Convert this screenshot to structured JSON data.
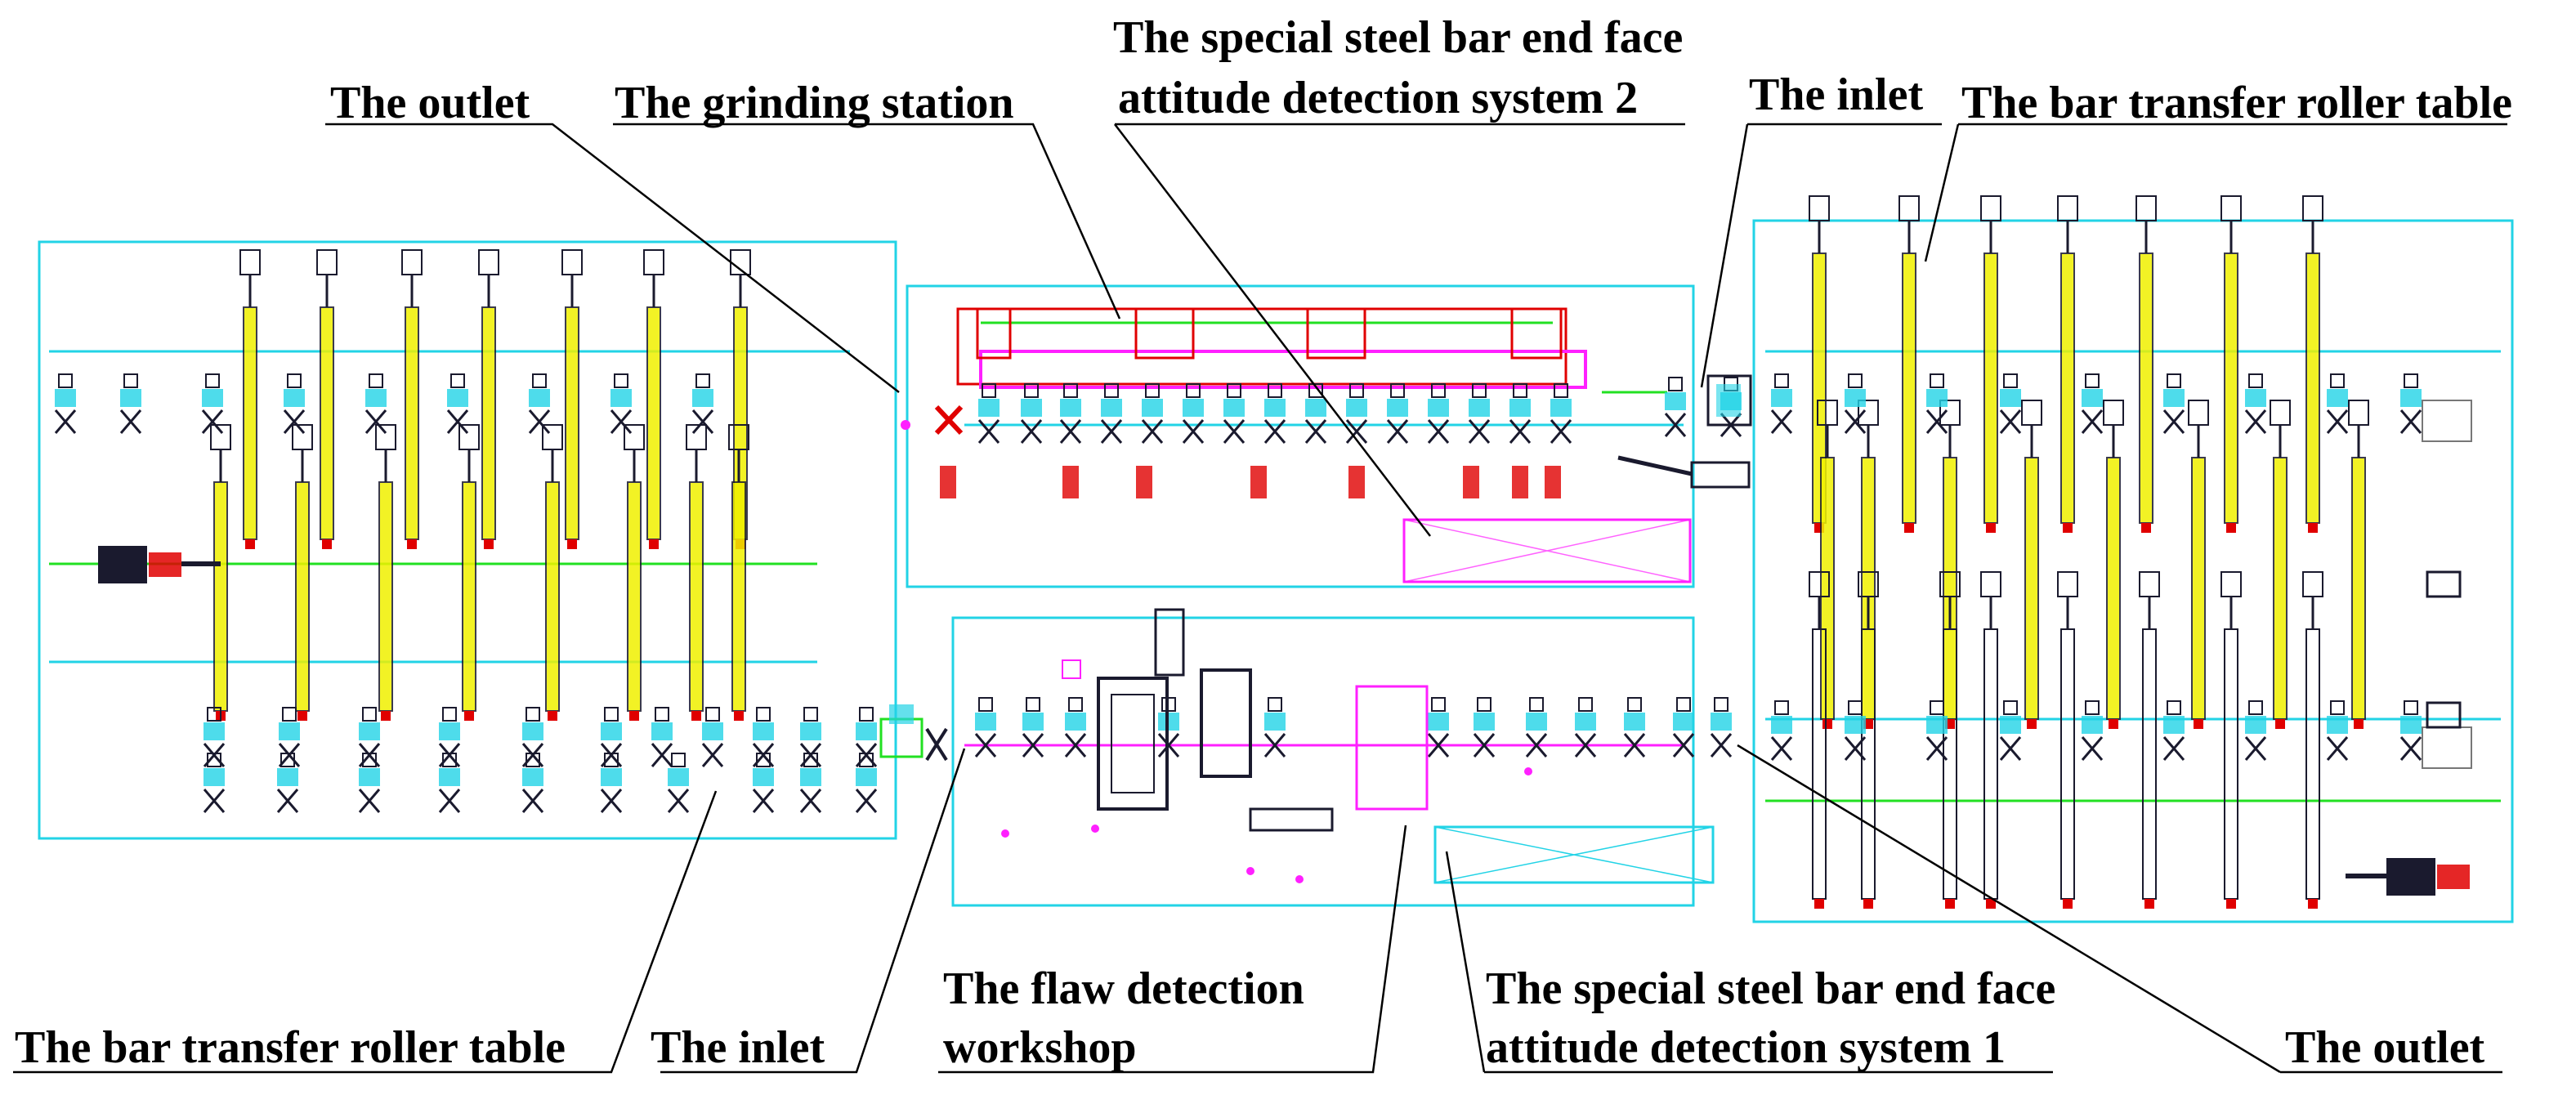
{
  "labels": {
    "outlet_top_left": "The outlet",
    "grinding_station": "The grinding station",
    "detection_system_2_line1": "The special steel bar end face",
    "detection_system_2_line2": "attitude detection system 2",
    "inlet_top_right": "The inlet",
    "transfer_table_top_right": "The bar transfer roller table",
    "transfer_table_bottom_left": "The bar transfer roller table",
    "inlet_bottom": "The inlet",
    "flaw_workshop_line1": "The flaw detection",
    "flaw_workshop_line2": "workshop",
    "detection_system_1_line1": "The special steel bar end face",
    "detection_system_1_line2": "attitude detection system 1",
    "outlet_bottom_right": "The outlet"
  },
  "colors": {
    "cyan": "#22d3e6",
    "green": "#22e022",
    "yellow": "#f0f000",
    "red": "#e00000",
    "magenta": "#ff20ff",
    "dark": "#1a1a2e",
    "gray": "#777777"
  }
}
